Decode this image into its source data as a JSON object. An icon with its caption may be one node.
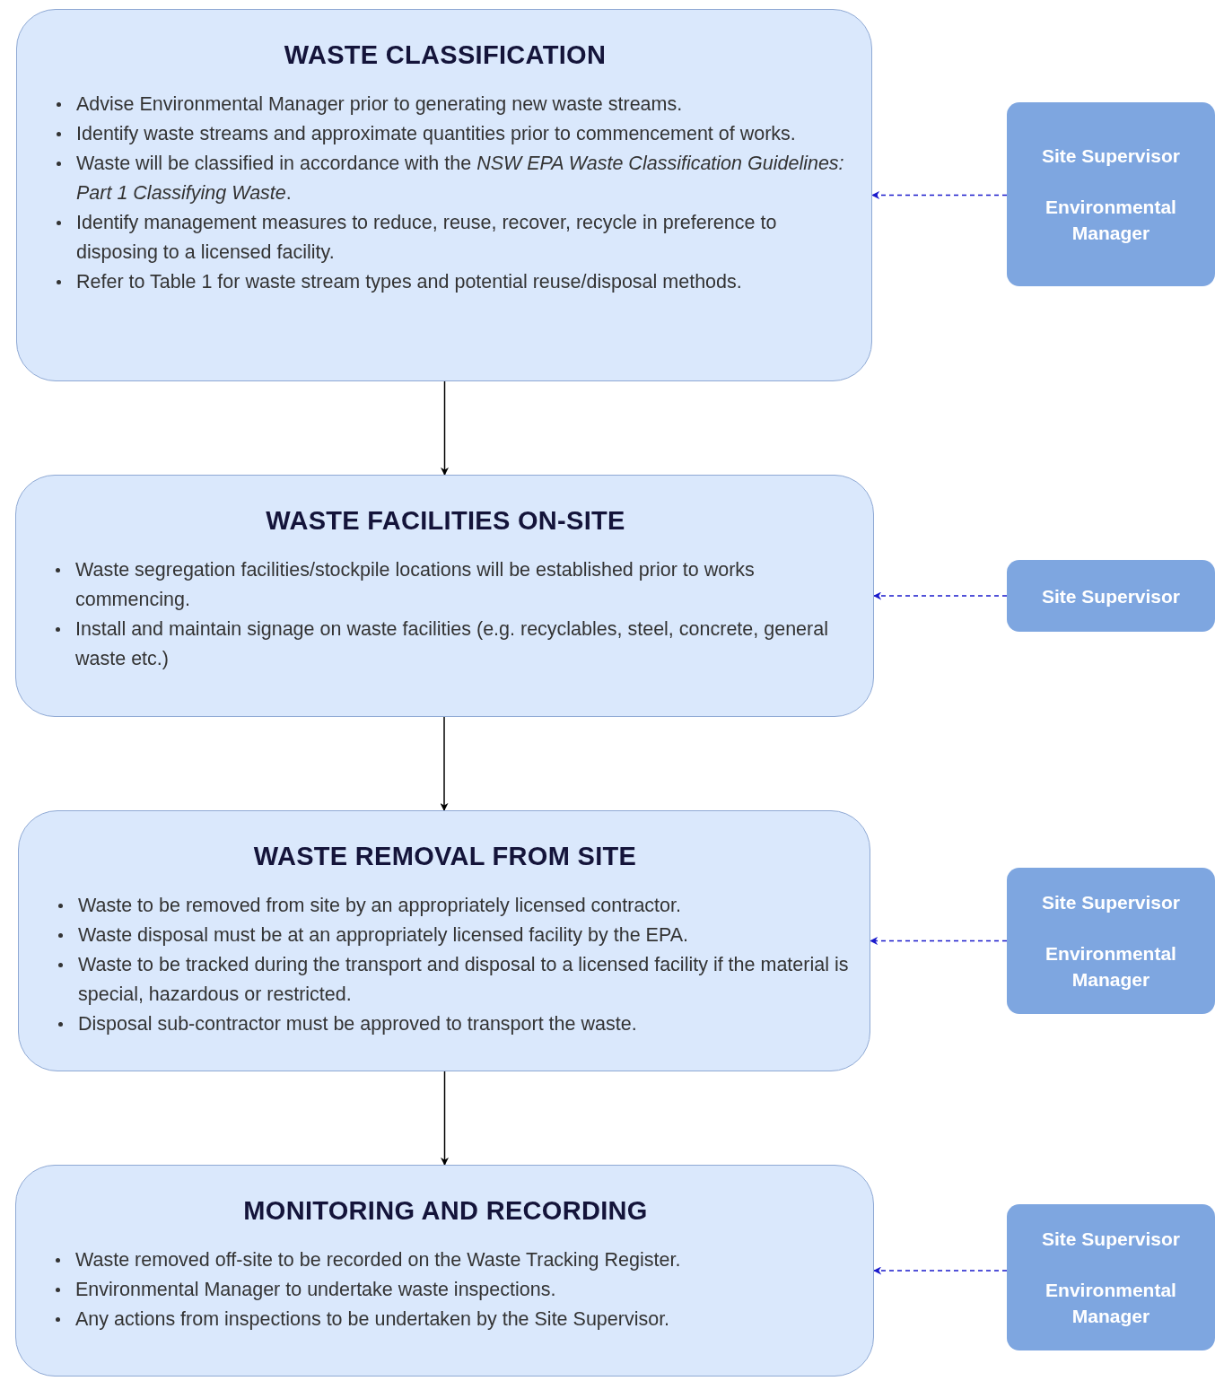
{
  "diagram": {
    "nodes": [
      {
        "text": [
          "WASTE CLASSIFICATION",
          "Advise Environmental Manager prior to generating new waste streams.",
          "Identify waste streams and approximate quantities prior to commencement of works.",
          "Waste will be classified in accordance with the *NSW EPA Waste Classification Guidelines: Part 1 Classifying Waste*.",
          "Identify management measures to reduce, reuse, recover, recycle in preference to disposing to a licensed facility.",
          "Refer to Table 1 for waste stream types and potential reuse/disposal methods."
        ]
      },
      {
        "text": [
          "Site Supervisor",
          "Environmental Manager"
        ]
      },
      {
        "text": [
          "WASTE FACILITIES ON-SITE",
          "Waste segregation facilities/stockpile locations will be established prior to works commencing.",
          "Install and maintain signage on waste facilities (e.g. recyclables, steel, concrete, general waste etc.)"
        ]
      },
      {
        "text": [
          "Site Supervisor"
        ]
      },
      {
        "text": [
          "WASTE REMOVAL FROM SITE",
          "Waste to be removed from site by an appropriately licensed contractor.",
          "Waste disposal must be at an appropriately licensed facility by the EPA.",
          "Waste to be tracked during the transport and disposal to a licensed facility if the material is special, hazardous or restricted.",
          "Disposal sub-contractor must be approved to transport the waste."
        ]
      },
      {
        "text": [
          "Site Supervisor",
          "Environmental Manager"
        ]
      },
      {
        "text": [
          "MONITORING AND RECORDING",
          "Waste removed off-site to be recorded on the Waste Tracking Register.",
          "Environmental Manager to undertake waste inspections.",
          "Any actions from inspections to be undertaken by the Site Supervisor."
        ]
      },
      {
        "text": [
          "Site Supervisor",
          "Environmental Manager"
        ]
      }
    ],
    "edges": [
      {
        "from": 1,
        "to": 0,
        "arrow": "to",
        "style": "dashed",
        "color": "#1a1acc"
      },
      {
        "from": 0,
        "to": 2,
        "arrow": "to",
        "color": "#000000"
      },
      {
        "from": 3,
        "to": 2,
        "arrow": "to",
        "style": "dashed",
        "color": "#1a1acc"
      },
      {
        "from": 2,
        "to": 4,
        "arrow": "to",
        "color": "#000000"
      },
      {
        "from": 5,
        "to": 4,
        "arrow": "to",
        "style": "dashed",
        "color": "#1a1acc"
      },
      {
        "from": 4,
        "to": 6,
        "arrow": "to",
        "color": "#000000"
      },
      {
        "from": 7,
        "to": 6,
        "arrow": "to",
        "style": "dashed",
        "color": "#1a1acc"
      }
    ]
  }
}
